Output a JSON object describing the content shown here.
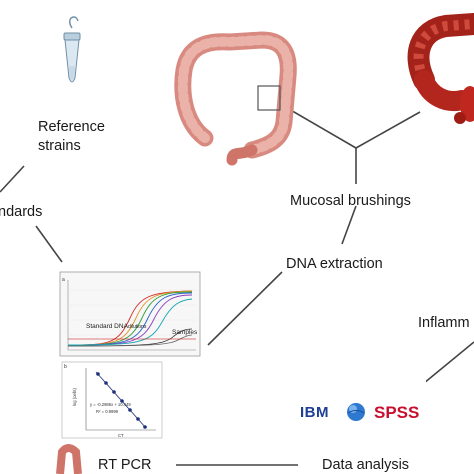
{
  "labels": {
    "reference_strains": [
      "Reference",
      "strains"
    ],
    "standards": "ndards",
    "mucosal_brushings": "Mucosal brushings",
    "dna_extraction": "DNA extraction",
    "inflammation": "Inflamm",
    "rt_pcr": "RT PCR",
    "data_analysis": "Data analysis"
  },
  "qpcr_plot": {
    "panel_letter": "a",
    "annotation_standard": "Standard DNA",
    "annotation_dilution": "dilutions",
    "annotation_samples": "Samples"
  },
  "standard_curve": {
    "panel_letter": "b",
    "equation": "y = -0.2986x + 10.449",
    "r_squared": "R² = 0.9999",
    "ylabel": "log (cells)",
    "xlabel": "CT"
  },
  "software_logos": {
    "ibm": "IBM",
    "spss": "SPSS"
  },
  "colors": {
    "ibm_blue": "#1f3f95",
    "spss_red": "#c8102e",
    "colon_pink": "#e29a8f",
    "colon_red": "#b3261e",
    "line_gray": "#444444"
  }
}
